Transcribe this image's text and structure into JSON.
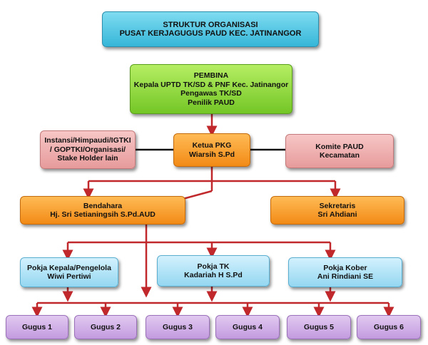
{
  "title": {
    "line1": "STRUKTUR ORGANISASI",
    "line2": "PUSAT KERJAGUGUS PAUD KEC. JATINANGOR"
  },
  "pembina": {
    "line1": "PEMBINA",
    "line2": "Kepala UPTD TK/SD & PNF Kec. Jatinangor",
    "line3": "Pengawas TK/SD",
    "line4": "Penilik PAUD"
  },
  "instansi": {
    "line1": "Instansi/Himpaudi/IGTKI",
    "line2": "/ GOPTKI/Organisasi/",
    "line3": "Stake Holder lain"
  },
  "ketua": {
    "line1": "Ketua PKG",
    "line2": "Wiarsih S.Pd"
  },
  "komite": {
    "line1": "Komite PAUD",
    "line2": "Kecamatan"
  },
  "bendahara": {
    "line1": "Bendahara",
    "line2": "Hj. Sri Setianingsih S.Pd.AUD"
  },
  "sekretaris": {
    "line1": "Sekretaris",
    "line2": "Sri Ahdiani"
  },
  "pokja_kepala": {
    "line1": "Pokja Kepala/Pengelola",
    "line2": "Wiwi Pertiwi"
  },
  "pokja_tk": {
    "line1": "Pokja TK",
    "line2": "Kadariah H S.Pd"
  },
  "pokja_kober": {
    "line1": "Pokja Kober",
    "line2": "Ani Rindiani SE"
  },
  "gugus": [
    "Gugus 1",
    "Gugus 2",
    "Gugus 3",
    "Gugus 4",
    "Gugus 5",
    "Gugus 6"
  ],
  "colors": {
    "connector": "#c0282c",
    "side_line": "#111111"
  }
}
